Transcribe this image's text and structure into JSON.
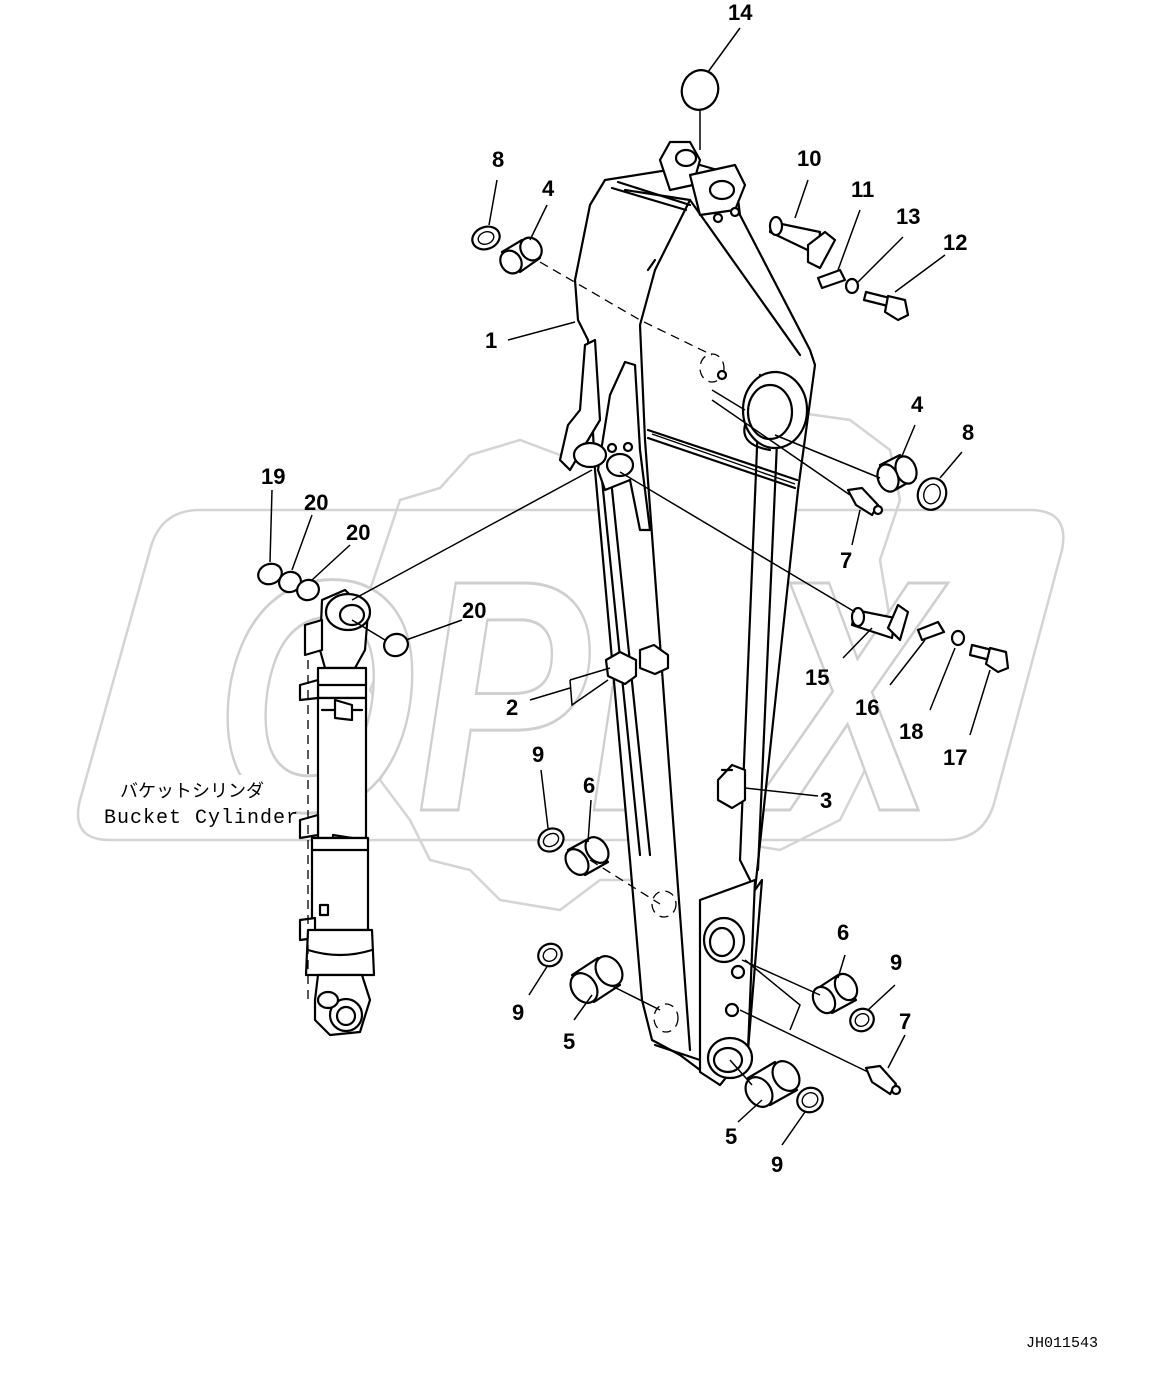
{
  "diagram": {
    "cylinder_label_jp": "バケットシリンダ",
    "cylinder_label_en": "Bucket Cylinder",
    "watermark": "OPEX",
    "drawing_code": "JH011543",
    "callouts": [
      {
        "id": "c1",
        "text": "1"
      },
      {
        "id": "c2",
        "text": "2"
      },
      {
        "id": "c3",
        "text": "3"
      },
      {
        "id": "c4a",
        "text": "4"
      },
      {
        "id": "c4b",
        "text": "4"
      },
      {
        "id": "c5a",
        "text": "5"
      },
      {
        "id": "c5b",
        "text": "5"
      },
      {
        "id": "c6a",
        "text": "6"
      },
      {
        "id": "c6b",
        "text": "6"
      },
      {
        "id": "c7a",
        "text": "7"
      },
      {
        "id": "c7b",
        "text": "7"
      },
      {
        "id": "c8a",
        "text": "8"
      },
      {
        "id": "c8b",
        "text": "8"
      },
      {
        "id": "c9a",
        "text": "9"
      },
      {
        "id": "c9b",
        "text": "9"
      },
      {
        "id": "c9c",
        "text": "9"
      },
      {
        "id": "c9d",
        "text": "9"
      },
      {
        "id": "c10",
        "text": "10"
      },
      {
        "id": "c11",
        "text": "11"
      },
      {
        "id": "c12",
        "text": "12"
      },
      {
        "id": "c13",
        "text": "13"
      },
      {
        "id": "c14",
        "text": "14"
      },
      {
        "id": "c15",
        "text": "15"
      },
      {
        "id": "c16",
        "text": "16"
      },
      {
        "id": "c17",
        "text": "17"
      },
      {
        "id": "c18",
        "text": "18"
      },
      {
        "id": "c19",
        "text": "19"
      },
      {
        "id": "c20a",
        "text": "20"
      },
      {
        "id": "c20b",
        "text": "20"
      },
      {
        "id": "c20c",
        "text": "20"
      }
    ]
  }
}
